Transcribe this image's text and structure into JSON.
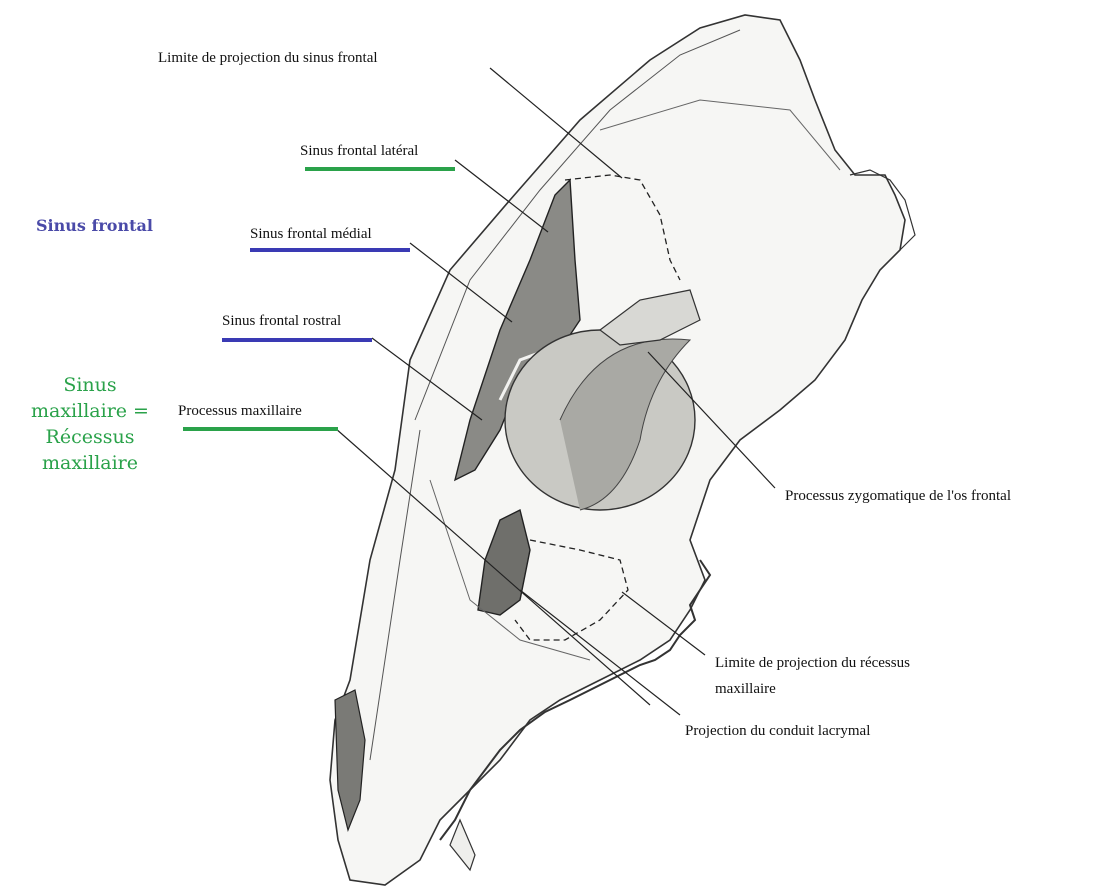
{
  "labels": {
    "limite_sinus_frontal": "Limite de projection du sinus frontal",
    "sinus_frontal_lateral": "Sinus frontal latéral",
    "sinus_frontal_medial": "Sinus frontal médial",
    "sinus_frontal_rostral": "Sinus frontal rostral",
    "processus_maxillaire": "Processus maxillaire",
    "processus_zygomatique": "Processus zygomatique de l'os frontal",
    "limite_recessus_line1": "Limite de projection du récessus",
    "limite_recessus_line2": "maxillaire",
    "projection_conduit": "Projection du conduit lacrymal"
  },
  "groups": {
    "sinus_frontal": "Sinus frontal",
    "sinus_maxillaire_lines": [
      "Sinus",
      "maxillaire =",
      "Récessus",
      "maxillaire"
    ]
  },
  "colors": {
    "frontal_group": "#4a4aa8",
    "maxillary_group": "#2aa24a",
    "underline_blue": "#3a3ab4",
    "underline_green": "#2aa24a",
    "leader_line": "#222222"
  }
}
